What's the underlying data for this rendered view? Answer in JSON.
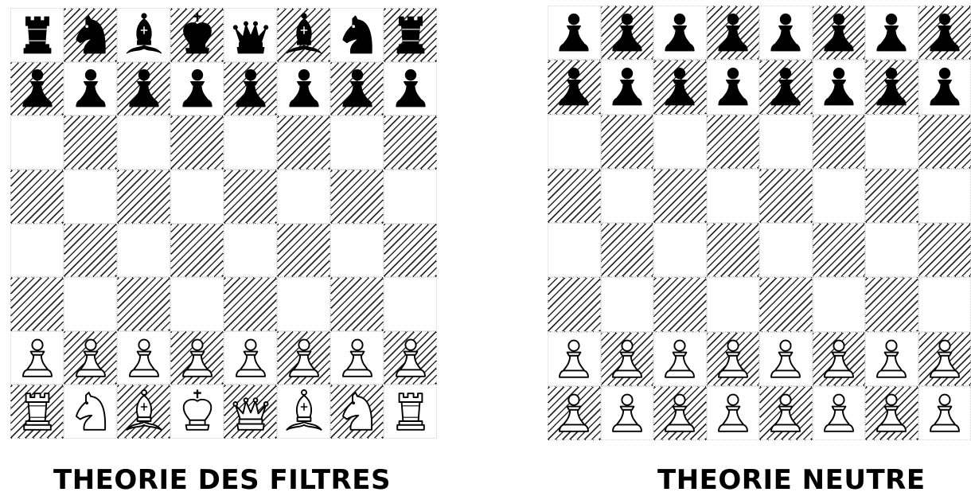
{
  "captions": {
    "left": "THEORIE DES FILTRES",
    "right": "THEORIE NEUTRE"
  },
  "colors": {
    "black_piece": "#000000",
    "white_piece_fill": "#ffffff",
    "white_piece_stroke": "#000000",
    "hatch": "#2a2a2a"
  },
  "boards": [
    {
      "id": "left",
      "ranks": [
        [
          "br",
          "bn",
          "bb",
          "bk",
          "bq",
          "bb",
          "bn",
          "br"
        ],
        [
          "bp",
          "bp",
          "bp",
          "bp",
          "bp",
          "bp",
          "bp",
          "bp"
        ],
        [
          "",
          "",
          "",
          "",
          "",
          "",
          "",
          ""
        ],
        [
          "",
          "",
          "",
          "",
          "",
          "",
          "",
          ""
        ],
        [
          "",
          "",
          "",
          "",
          "",
          "",
          "",
          ""
        ],
        [
          "",
          "",
          "",
          "",
          "",
          "",
          "",
          ""
        ],
        [
          "wp",
          "wp",
          "wp",
          "wp",
          "wp",
          "wp",
          "wp",
          "wp"
        ],
        [
          "wr",
          "wn",
          "wb",
          "wk",
          "wq",
          "wb",
          "wn",
          "wr"
        ]
      ],
      "hatch": [
        [
          0,
          1,
          0,
          1,
          0,
          1,
          0,
          1
        ],
        [
          1,
          0,
          1,
          0,
          1,
          0,
          1,
          0
        ],
        [
          0,
          1,
          0,
          1,
          0,
          1,
          0,
          1
        ],
        [
          1,
          0,
          1,
          0,
          1,
          0,
          1,
          0
        ],
        [
          0,
          1,
          0,
          1,
          0,
          1,
          0,
          1
        ],
        [
          1,
          0,
          1,
          0,
          1,
          0,
          1,
          0
        ],
        [
          0,
          1,
          0,
          1,
          0,
          1,
          0,
          1
        ],
        [
          1,
          0,
          1,
          0,
          1,
          0,
          1,
          0
        ]
      ]
    },
    {
      "id": "right",
      "ranks": [
        [
          "bp",
          "bp",
          "bp",
          "bp",
          "bp",
          "bp",
          "bp",
          "bp"
        ],
        [
          "bp",
          "bp",
          "bp",
          "bp",
          "bp",
          "bp",
          "bp",
          "bp"
        ],
        [
          "",
          "",
          "",
          "",
          "",
          "",
          "",
          ""
        ],
        [
          "",
          "",
          "",
          "",
          "",
          "",
          "",
          ""
        ],
        [
          "",
          "",
          "",
          "",
          "",
          "",
          "",
          ""
        ],
        [
          "",
          "",
          "",
          "",
          "",
          "",
          "",
          ""
        ],
        [
          "wp",
          "wp",
          "wp",
          "wp",
          "wp",
          "wp",
          "wp",
          "wp"
        ],
        [
          "wp",
          "wp",
          "wp",
          "wp",
          "wp",
          "wp",
          "wp",
          "wp"
        ]
      ],
      "hatch": [
        [
          0,
          1,
          0,
          1,
          0,
          1,
          0,
          1
        ],
        [
          1,
          0,
          1,
          0,
          1,
          0,
          1,
          0
        ],
        [
          0,
          1,
          0,
          1,
          0,
          1,
          0,
          1
        ],
        [
          1,
          0,
          1,
          0,
          1,
          0,
          1,
          0
        ],
        [
          0,
          1,
          0,
          1,
          0,
          1,
          0,
          1
        ],
        [
          1,
          0,
          1,
          0,
          1,
          0,
          1,
          0
        ],
        [
          0,
          1,
          0,
          1,
          0,
          1,
          0,
          1
        ],
        [
          1,
          0,
          1,
          0,
          1,
          0,
          1,
          0
        ]
      ]
    }
  ],
  "piece_names": {
    "p": "pawn",
    "r": "rook",
    "n": "knight",
    "b": "bishop",
    "q": "queen",
    "k": "king"
  }
}
